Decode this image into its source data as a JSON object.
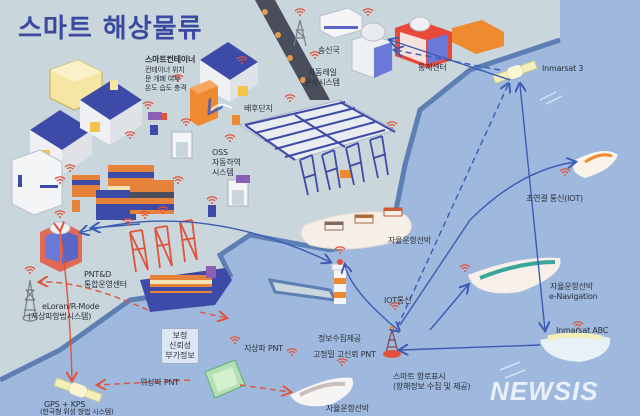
{
  "title": "스마트 해상물류",
  "colors": {
    "land": "#c9d6dc",
    "sea": "#9fb8dd",
    "title": "#3b4aa0",
    "link_blue": "#3b5bb5",
    "link_red": "#e0533a",
    "wifi": "#e0533a"
  },
  "labels": {
    "smart_container": {
      "title": "스마트컨테이너",
      "lines": [
        "컨테이너 위치",
        "문 개폐 여부",
        "온도 습도 충격"
      ]
    },
    "logistics_complex": "배후단지",
    "oss": [
      "OSS",
      "자동하역",
      "시스템"
    ],
    "broadcast_station": "송신국",
    "auto_rail": [
      "자동레일",
      "운송시스템"
    ],
    "control_center": "통제센터",
    "inmarsat3": "Inmarsat 3",
    "hyperconnected": "초연결 통신(IOT)",
    "auto_ship_port": "자율운항선박",
    "pnt_center": [
      "PNT&D",
      "통합운영센터"
    ],
    "eloran": [
      "eLoran/R-Mode",
      "(지상파항법시스템)"
    ],
    "iot_comm": "IOT통신",
    "e_nav_ship": [
      "자율운항선박",
      "e-Navigation"
    ],
    "info_collect": "정보수집제공",
    "fixed_pnt": "고정밀 고신뢰 PNT",
    "correction_box": [
      "보정",
      "신뢰성",
      "부가정보"
    ],
    "terrestrial_pnt": "지상파 PNT",
    "inmarsat_abc": "Inmarsat ABC",
    "satellite_pnt": "위성파 PNT",
    "smart_buoy": [
      "스마트 항로표시",
      "(항해정보 수집 및 제공)"
    ],
    "gps_kps": [
      "GPS + KPS",
      "(한국형 위성 항법 시스템)"
    ],
    "auto_ship_bottom": "자율운항선박"
  },
  "watermark": "NEWSIS"
}
